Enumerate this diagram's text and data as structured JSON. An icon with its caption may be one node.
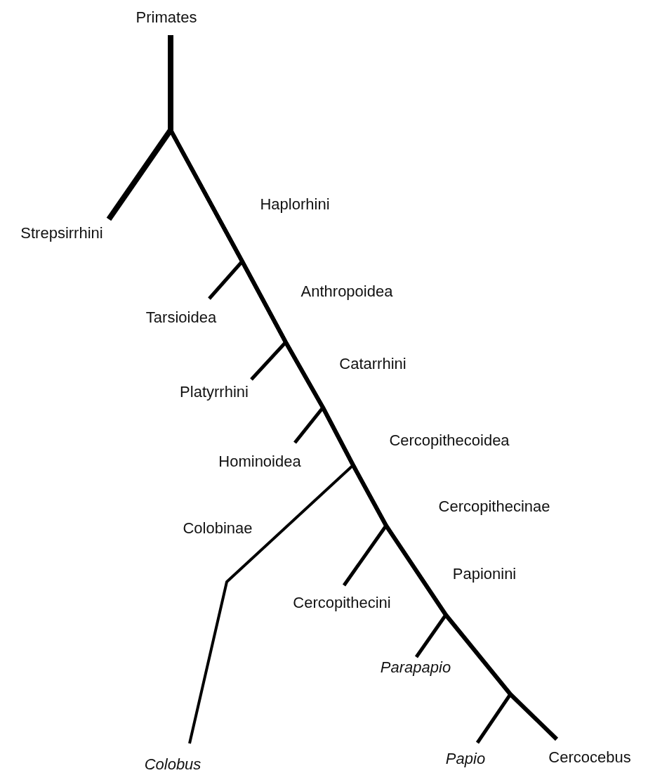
{
  "diagram": {
    "nodes": [
      {
        "text": [
          "Primates"
        ]
      },
      {
        "text": [
          "Strepsirrhini"
        ]
      },
      {
        "text": [
          "Tarsioidea"
        ]
      },
      {
        "text": [
          "Platyrrhini"
        ]
      },
      {
        "text": [
          "Hominoidea"
        ]
      },
      {
        "text": [
          "Colobus"
        ]
      },
      {
        "text": [
          "Cercopithecini"
        ]
      },
      {
        "text": [
          "Parapapio"
        ]
      },
      {
        "text": [
          "Papio"
        ]
      },
      {
        "text": [
          "Cercocebus"
        ]
      }
    ],
    "edges": [
      {
        "from": 0,
        "to": 1,
        "arrow": "none"
      },
      {
        "from": 0,
        "to": 2,
        "arrow": "none"
      },
      {
        "from": 0,
        "to": 3,
        "arrow": "none"
      },
      {
        "from": 0,
        "to": 4,
        "arrow": "none"
      },
      {
        "from": 0,
        "to": 5,
        "arrow": "none"
      },
      {
        "from": 0,
        "to": 6,
        "arrow": "none"
      },
      {
        "from": 0,
        "to": 7,
        "arrow": "none"
      },
      {
        "from": 0,
        "to": 8,
        "arrow": "none"
      },
      {
        "from": 0,
        "to": 9,
        "arrow": "none"
      }
    ],
    "labels": [
      "Haplorhini",
      "Anthropoidea",
      "Catarrhini",
      "Cercopithecoidea",
      "Cercopithecinae",
      "Colobinae",
      "Papionini"
    ]
  }
}
